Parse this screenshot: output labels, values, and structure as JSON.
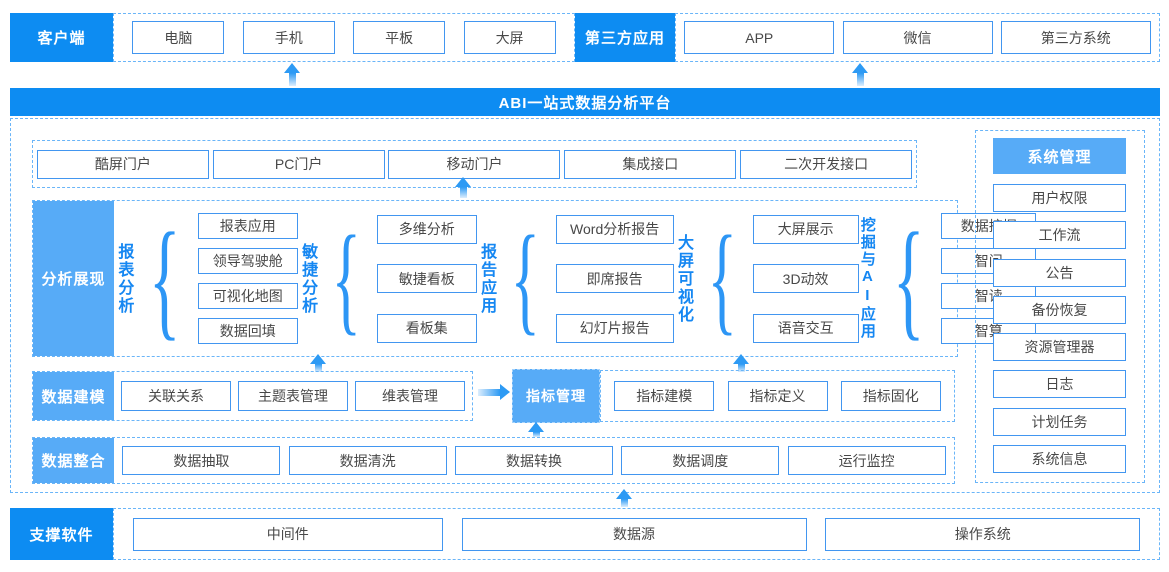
{
  "palette": {
    "primary_blue": "#0d8cf2",
    "light_blue": "#57abf7",
    "box_border_blue": "#4296f0",
    "dashed_blue": "#6ab5f8",
    "group_label_blue": "#1587f2",
    "item_text": "#484848"
  },
  "top": {
    "client": {
      "label": "客户端",
      "items": [
        "电脑",
        "手机",
        "平板",
        "大屏"
      ]
    },
    "third_party": {
      "label": "第三方应用",
      "items": [
        "APP",
        "微信",
        "第三方系统"
      ]
    }
  },
  "banner": {
    "title": "ABI一站式数据分析平台"
  },
  "portal_row": {
    "items": [
      "酷屏门户",
      "PC门户",
      "移动门户",
      "集成接口",
      "二次开发接口"
    ]
  },
  "analysis": {
    "label": "分析展现",
    "groups": [
      {
        "label": "报表分析",
        "items": [
          "报表应用",
          "领导驾驶舱",
          "可视化地图",
          "数据回填"
        ]
      },
      {
        "label": "敏捷分析",
        "items": [
          "多维分析",
          "敏捷看板",
          "看板集"
        ]
      },
      {
        "label": "报告应用",
        "items": [
          "Word分析报告",
          "即席报告",
          "幻灯片报告"
        ]
      },
      {
        "label": "大屏可视化",
        "items": [
          "大屏展示",
          "3D动效",
          "语音交互"
        ]
      },
      {
        "label": "挖掘与AI应用",
        "items": [
          "数据挖掘",
          "智问",
          "智读",
          "智算"
        ]
      }
    ]
  },
  "modeling": {
    "label": "数据建模",
    "items": [
      "关联关系",
      "主题表管理",
      "维表管理"
    ],
    "indicator": {
      "label": "指标管理",
      "items": [
        "指标建模",
        "指标定义",
        "指标固化"
      ]
    }
  },
  "integration": {
    "label": "数据整合",
    "items": [
      "数据抽取",
      "数据清洗",
      "数据转换",
      "数据调度",
      "运行监控"
    ]
  },
  "system": {
    "label": "系统管理",
    "items": [
      "用户权限",
      "工作流",
      "公告",
      "备份恢复",
      "资源管理器",
      "日志",
      "计划任务",
      "系统信息"
    ]
  },
  "support": {
    "label": "支撑软件",
    "items": [
      "中间件",
      "数据源",
      "操作系统"
    ]
  }
}
